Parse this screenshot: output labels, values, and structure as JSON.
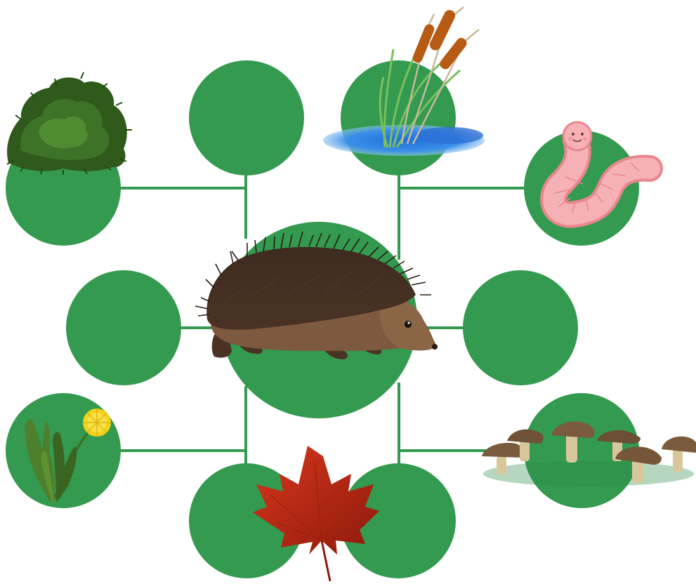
{
  "diagram": {
    "colors": {
      "background": "#ffffff",
      "node_fill": "#339a4f",
      "connector": "#339a4f"
    },
    "center": {
      "icon": "hedgehog-icon"
    },
    "nodes": [
      {
        "id": "node-top-left",
        "icon": "shrub-icon",
        "occupied": true
      },
      {
        "id": "node-top-center-left",
        "icon": "",
        "occupied": false
      },
      {
        "id": "node-top-center-right",
        "icon": "cattail-pond-icon",
        "occupied": true
      },
      {
        "id": "node-top-right",
        "icon": "earthworm-icon",
        "occupied": true
      },
      {
        "id": "node-middle-left",
        "icon": "",
        "occupied": false
      },
      {
        "id": "node-middle-right",
        "icon": "",
        "occupied": false
      },
      {
        "id": "node-bottom-left",
        "icon": "dandelion-icon",
        "occupied": true
      },
      {
        "id": "node-bottom-center-left",
        "icon": "maple-leaf-icon",
        "occupied": true
      },
      {
        "id": "node-bottom-center-right",
        "icon": "",
        "occupied": false
      },
      {
        "id": "node-bottom-right",
        "icon": "mushrooms-icon",
        "occupied": true
      }
    ]
  }
}
